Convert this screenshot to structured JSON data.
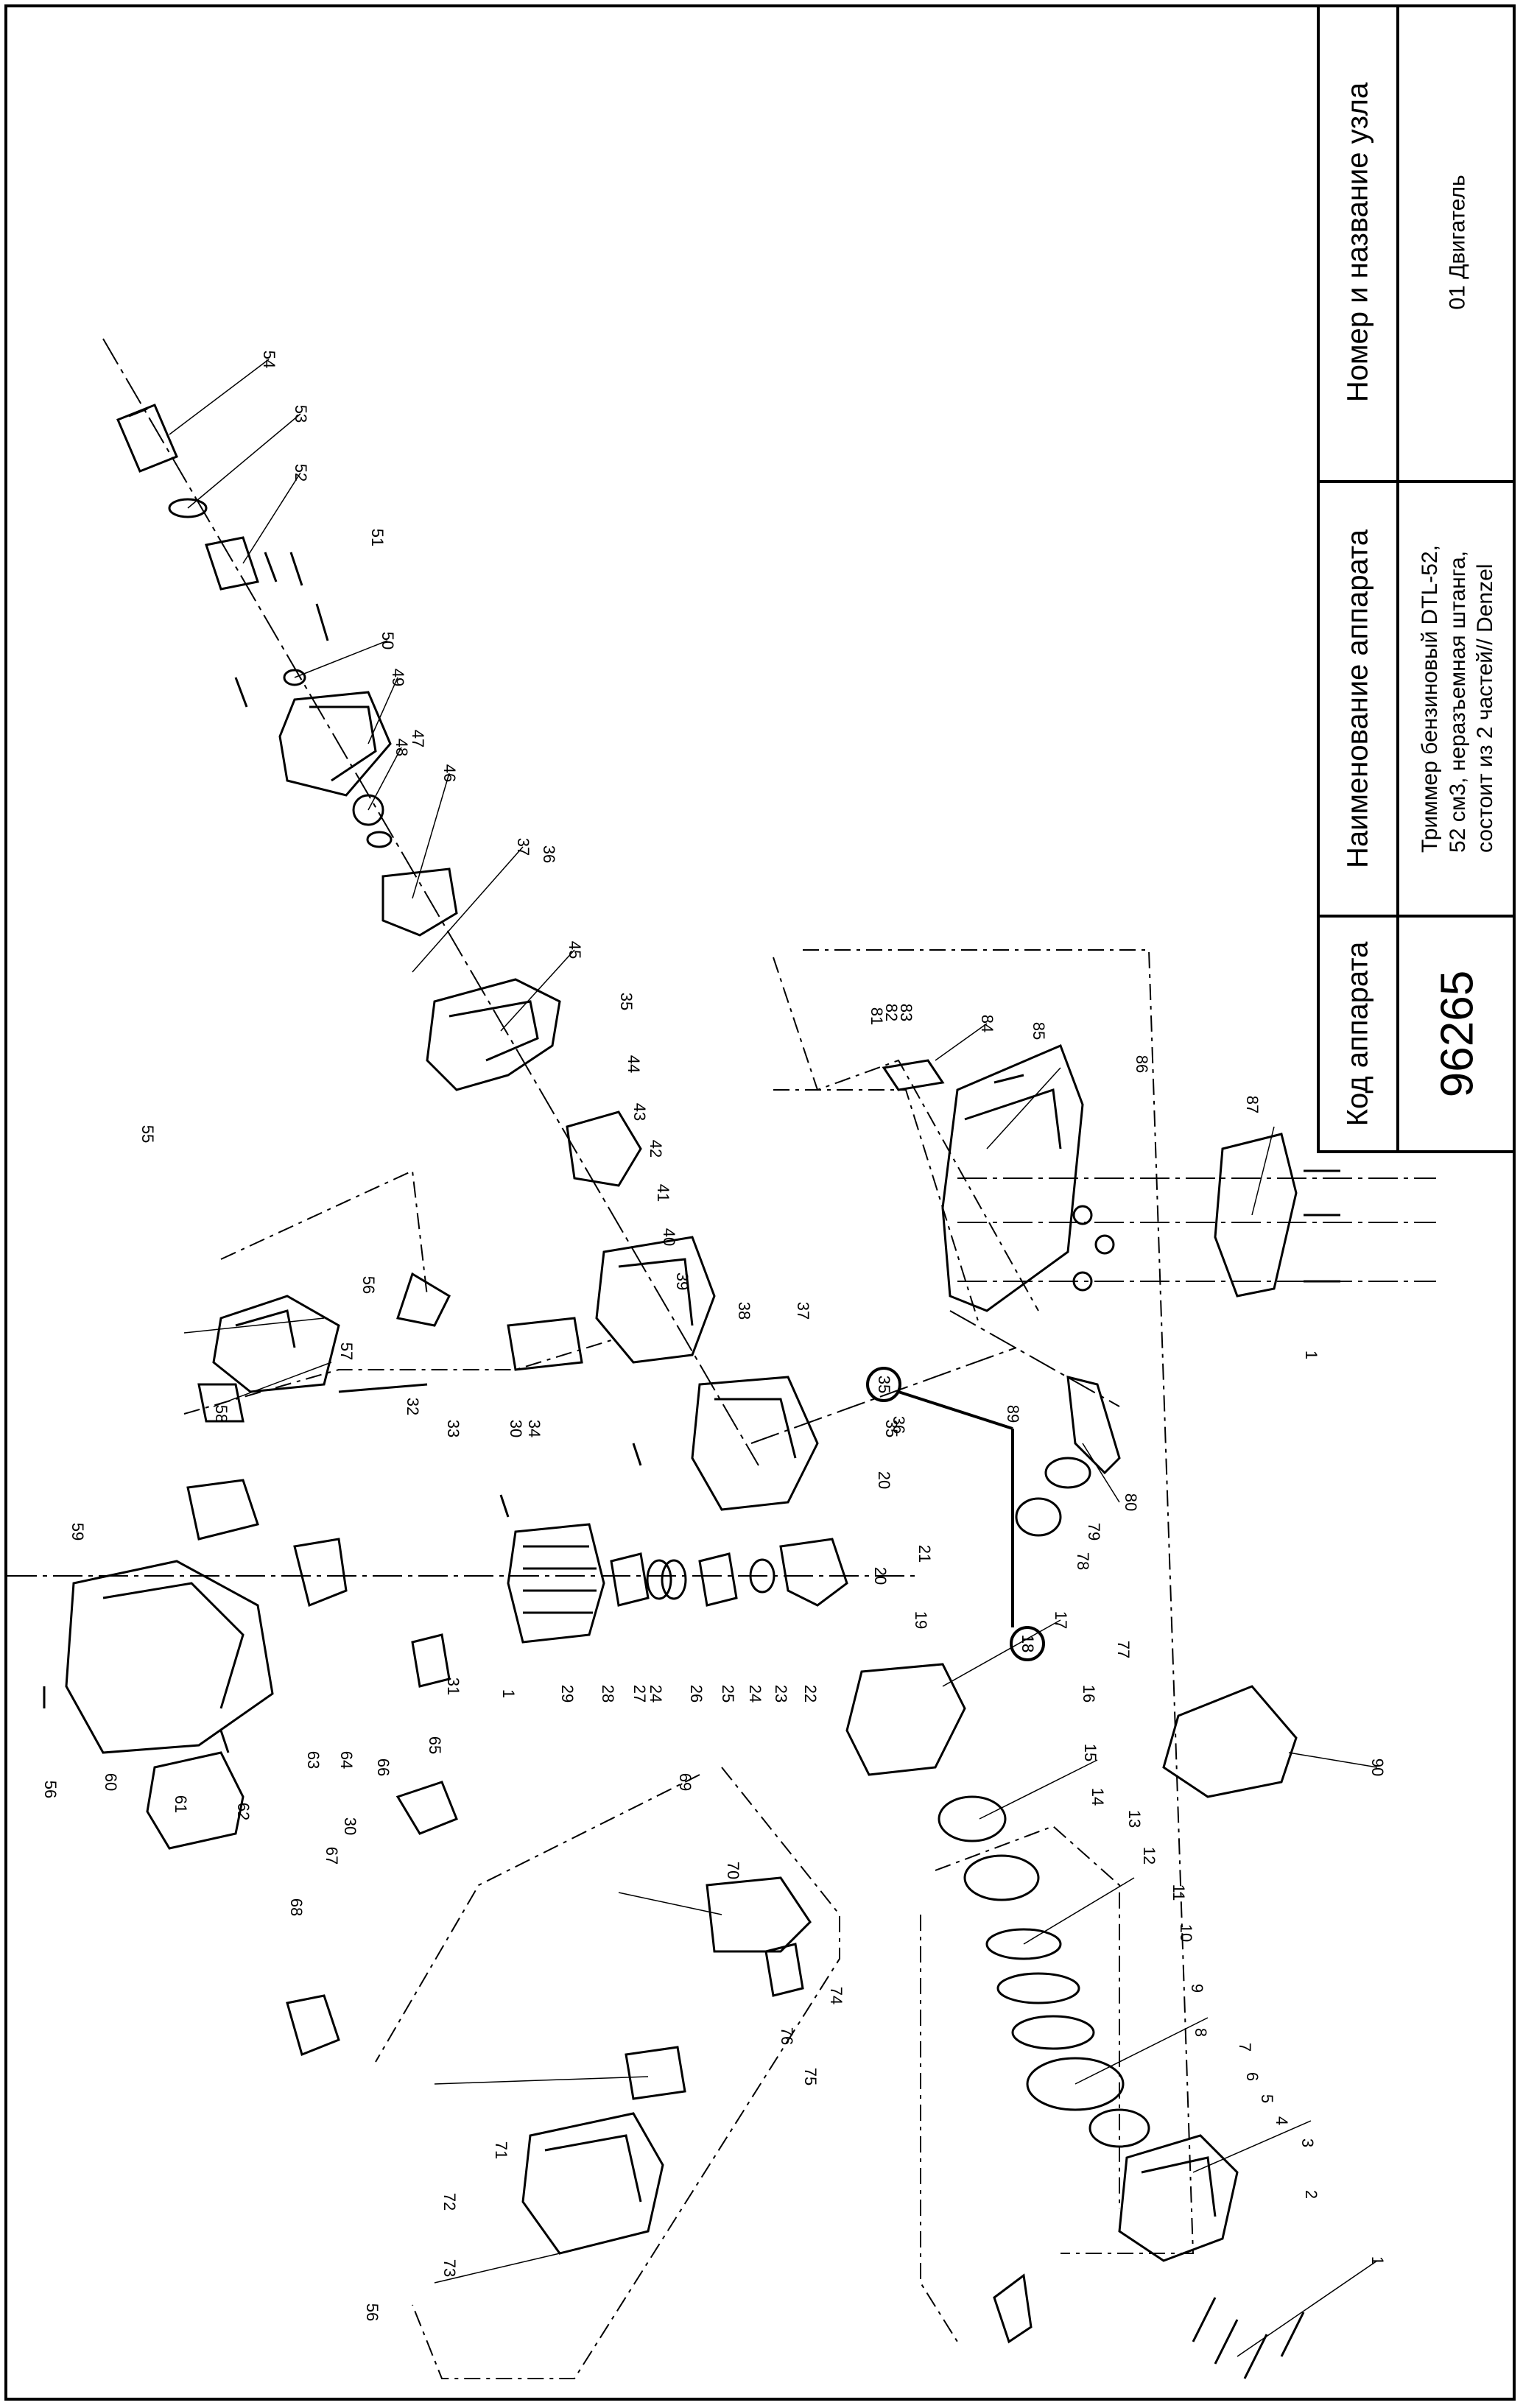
{
  "title_block": {
    "col_headers": {
      "node": "Номер и название узла",
      "device_name": "Наименование аппарата",
      "device_code": "Код аппарата"
    },
    "node_value": "01 Двигатель",
    "device_name_lines": [
      "Триммер бензиновый DTL-52,",
      "52 см3, неразъемная штанга,",
      "состоит из 2 частей// Denzel"
    ],
    "device_code_value": "96265"
  },
  "callouts": [
    {
      "n": "54"
    },
    {
      "n": "53"
    },
    {
      "n": "52"
    },
    {
      "n": "51"
    },
    {
      "n": "50"
    },
    {
      "n": "49"
    },
    {
      "n": "48"
    },
    {
      "n": "47"
    },
    {
      "n": "46"
    },
    {
      "n": "37"
    },
    {
      "n": "36"
    },
    {
      "n": "45"
    },
    {
      "n": "35"
    },
    {
      "n": "44"
    },
    {
      "n": "43"
    },
    {
      "n": "42"
    },
    {
      "n": "41"
    },
    {
      "n": "40"
    },
    {
      "n": "39"
    },
    {
      "n": "38"
    },
    {
      "n": "37"
    },
    {
      "n": "55"
    },
    {
      "n": "56"
    },
    {
      "n": "57"
    },
    {
      "n": "58"
    },
    {
      "n": "32"
    },
    {
      "n": "33"
    },
    {
      "n": "30"
    },
    {
      "n": "34"
    },
    {
      "n": "35"
    },
    {
      "n": "20"
    },
    {
      "n": "21"
    },
    {
      "n": "59"
    },
    {
      "n": "60"
    },
    {
      "n": "61"
    },
    {
      "n": "62"
    },
    {
      "n": "63"
    },
    {
      "n": "64"
    },
    {
      "n": "56"
    },
    {
      "n": "31"
    },
    {
      "n": "1"
    },
    {
      "n": "29"
    },
    {
      "n": "28"
    },
    {
      "n": "27"
    },
    {
      "n": "24"
    },
    {
      "n": "26"
    },
    {
      "n": "25"
    },
    {
      "n": "24"
    },
    {
      "n": "23"
    },
    {
      "n": "22"
    },
    {
      "n": "20"
    },
    {
      "n": "19"
    },
    {
      "n": "18"
    },
    {
      "n": "17"
    },
    {
      "n": "16"
    },
    {
      "n": "15"
    },
    {
      "n": "14"
    },
    {
      "n": "13"
    },
    {
      "n": "12"
    },
    {
      "n": "11"
    },
    {
      "n": "10"
    },
    {
      "n": "9"
    },
    {
      "n": "8"
    },
    {
      "n": "7"
    },
    {
      "n": "6"
    },
    {
      "n": "5"
    },
    {
      "n": "4"
    },
    {
      "n": "3"
    },
    {
      "n": "2"
    },
    {
      "n": "1"
    },
    {
      "n": "81"
    },
    {
      "n": "82"
    },
    {
      "n": "83"
    },
    {
      "n": "84"
    },
    {
      "n": "85"
    },
    {
      "n": "86"
    },
    {
      "n": "87"
    },
    {
      "n": "1"
    },
    {
      "n": "80"
    },
    {
      "n": "79"
    },
    {
      "n": "78"
    },
    {
      "n": "77"
    },
    {
      "n": "90"
    },
    {
      "n": "65"
    },
    {
      "n": "66"
    },
    {
      "n": "30"
    },
    {
      "n": "67"
    },
    {
      "n": "68"
    },
    {
      "n": "69"
    },
    {
      "n": "70"
    },
    {
      "n": "71"
    },
    {
      "n": "72"
    },
    {
      "n": "73"
    },
    {
      "n": "56"
    },
    {
      "n": "74"
    },
    {
      "n": "75"
    },
    {
      "n": "76"
    },
    {
      "n": "35"
    },
    {
      "n": "36"
    },
    {
      "n": "18"
    },
    {
      "n": "89"
    }
  ]
}
